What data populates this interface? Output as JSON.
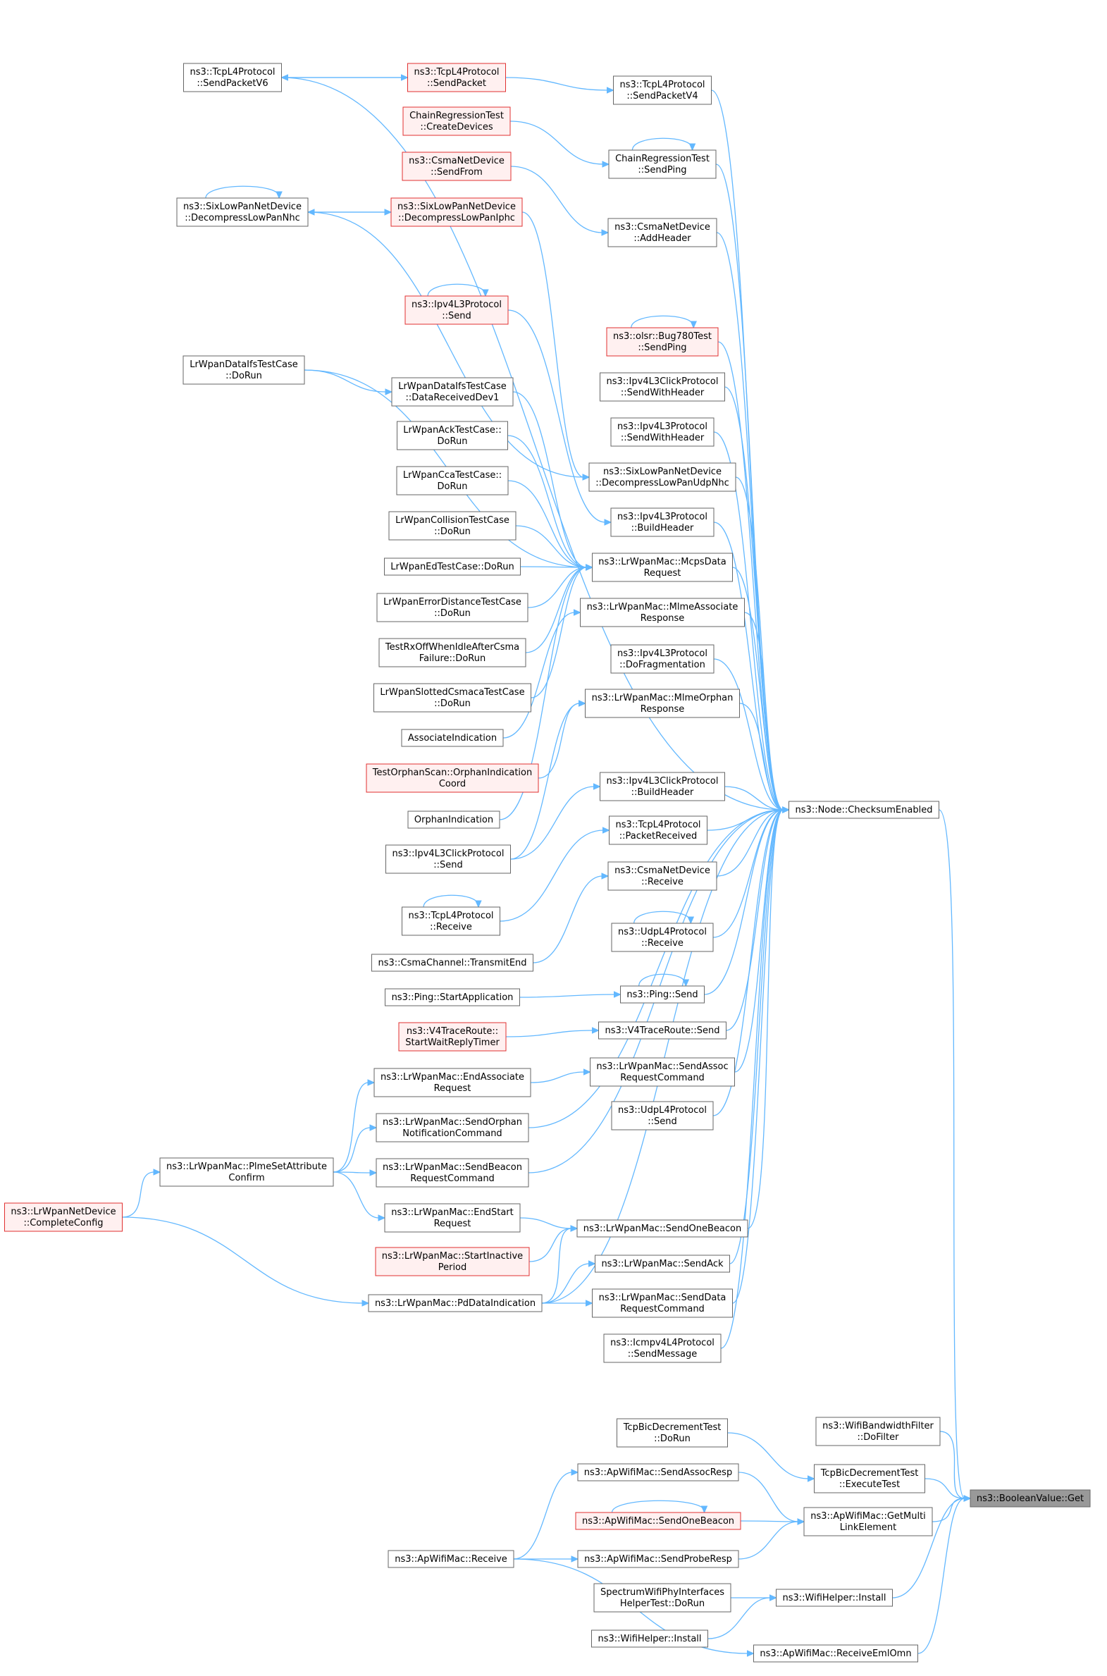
{
  "colors": {
    "edge": "#63b8ff",
    "node_border": "#666666",
    "node_fill": "#ffffff",
    "truncated_border": "#e03030",
    "truncated_fill": "#fff0f0",
    "highlight_fill": "#999999"
  },
  "nodes": [
    {
      "id": "n_get",
      "lines": [
        "ns3::BooleanValue::Get"
      ],
      "style": "hl"
    },
    {
      "id": "n_cse",
      "lines": [
        "ns3::Node::ChecksumEnabled"
      ],
      "style": "normal"
    },
    {
      "id": "n_bwf",
      "lines": [
        "ns3::WifiBandwidthFilter",
        "::DoFilter"
      ],
      "style": "normal"
    },
    {
      "id": "n_tbex",
      "lines": [
        "TcpBicDecrementTest",
        "::ExecuteTest"
      ],
      "style": "normal"
    },
    {
      "id": "n_tbdo",
      "lines": [
        "TcpBicDecrementTest",
        "::DoRun"
      ],
      "style": "normal"
    },
    {
      "id": "n_gml",
      "lines": [
        "ns3::ApWifiMac::GetMulti",
        "LinkElement"
      ],
      "style": "normal"
    },
    {
      "id": "n_sar",
      "lines": [
        "ns3::ApWifiMac::SendAssocResp"
      ],
      "style": "normal"
    },
    {
      "id": "n_apsob",
      "lines": [
        "ns3::ApWifiMac::SendOneBeacon"
      ],
      "style": "red"
    },
    {
      "id": "n_spr",
      "lines": [
        "ns3::ApWifiMac::SendProbeResp"
      ],
      "style": "normal"
    },
    {
      "id": "n_aprec",
      "lines": [
        "ns3::ApWifiMac::Receive"
      ],
      "style": "normal"
    },
    {
      "id": "n_whi1",
      "lines": [
        "ns3::WifiHelper::Install"
      ],
      "style": "normal"
    },
    {
      "id": "n_spec",
      "lines": [
        "SpectrumWifiPhyInterfaces",
        "HelperTest::DoRun"
      ],
      "style": "normal"
    },
    {
      "id": "n_whi2",
      "lines": [
        "ns3::WifiHelper::Install"
      ],
      "style": "normal"
    },
    {
      "id": "n_reo",
      "lines": [
        "ns3::ApWifiMac::ReceiveEmlOmn"
      ],
      "style": "normal"
    },
    {
      "id": "n_tcpv6",
      "lines": [
        "ns3::TcpL4Protocol",
        "::SendPacketV6"
      ],
      "style": "normal"
    },
    {
      "id": "n_tcpsp",
      "lines": [
        "ns3::TcpL4Protocol",
        "::SendPacket"
      ],
      "style": "red"
    },
    {
      "id": "n_tcpv4",
      "lines": [
        "ns3::TcpL4Protocol",
        "::SendPacketV4"
      ],
      "style": "normal"
    },
    {
      "id": "n_crcd",
      "lines": [
        "ChainRegressionTest",
        "::CreateDevices"
      ],
      "style": "red"
    },
    {
      "id": "n_crsp",
      "lines": [
        "ChainRegressionTest",
        "::SendPing"
      ],
      "style": "normal"
    },
    {
      "id": "n_csf",
      "lines": [
        "ns3::CsmaNetDevice",
        "::SendFrom"
      ],
      "style": "red"
    },
    {
      "id": "n_csah",
      "lines": [
        "ns3::CsmaNetDevice",
        "::AddHeader"
      ],
      "style": "normal"
    },
    {
      "id": "n_slnhc",
      "lines": [
        "ns3::SixLowPanNetDevice",
        "::DecompressLowPanNhc"
      ],
      "style": "normal"
    },
    {
      "id": "n_sliphc",
      "lines": [
        "ns3::SixLowPanNetDevice",
        "::DecompressLowPanIphc"
      ],
      "style": "red"
    },
    {
      "id": "n_ipv4s",
      "lines": [
        "ns3::Ipv4L3Protocol",
        "::Send"
      ],
      "style": "red"
    },
    {
      "id": "n_olsr",
      "lines": [
        "ns3::olsr::Bug780Test",
        "::SendPing"
      ],
      "style": "red"
    },
    {
      "id": "n_ckswh",
      "lines": [
        "ns3::Ipv4L3ClickProtocol",
        "::SendWithHeader"
      ],
      "style": "normal"
    },
    {
      "id": "n_ipswh",
      "lines": [
        "ns3::Ipv4L3Protocol",
        "::SendWithHeader"
      ],
      "style": "normal"
    },
    {
      "id": "n_lwdtr",
      "lines": [
        "LrWpanDataIfsTestCase",
        "::DoRun"
      ],
      "style": "normal"
    },
    {
      "id": "n_lwdrd",
      "lines": [
        "LrWpanDataIfsTestCase",
        "::DataReceivedDev1"
      ],
      "style": "normal"
    },
    {
      "id": "n_lwack",
      "lines": [
        "LrWpanAckTestCase::",
        "DoRun"
      ],
      "style": "normal"
    },
    {
      "id": "n_slupd",
      "lines": [
        "ns3::SixLowPanNetDevice",
        "::DecompressLowPanUdpNhc"
      ],
      "style": "normal"
    },
    {
      "id": "n_lwcca",
      "lines": [
        "LrWpanCcaTestCase::",
        "DoRun"
      ],
      "style": "normal"
    },
    {
      "id": "n_ipbh",
      "lines": [
        "ns3::Ipv4L3Protocol",
        "::BuildHeader"
      ],
      "style": "normal"
    },
    {
      "id": "n_lwcol",
      "lines": [
        "LrWpanCollisionTestCase",
        "::DoRun"
      ],
      "style": "normal"
    },
    {
      "id": "n_mcps",
      "lines": [
        "ns3::LrWpanMac::McpsData",
        "Request"
      ],
      "style": "normal"
    },
    {
      "id": "n_lwed",
      "lines": [
        "LrWpanEdTestCase::DoRun"
      ],
      "style": "normal"
    },
    {
      "id": "n_lwerr",
      "lines": [
        "LrWpanErrorDistanceTestCase",
        "::DoRun"
      ],
      "style": "normal"
    },
    {
      "id": "n_mlmeassoc",
      "lines": [
        "ns3::LrWpanMac::MlmeAssociate",
        "Response"
      ],
      "style": "normal"
    },
    {
      "id": "n_trx",
      "lines": [
        "TestRxOffWhenIdleAfterCsma",
        "Failure::DoRun"
      ],
      "style": "normal"
    },
    {
      "id": "n_ipfrag",
      "lines": [
        "ns3::Ipv4L3Protocol",
        "::DoFragmentation"
      ],
      "style": "normal"
    },
    {
      "id": "n_lwslot",
      "lines": [
        "LrWpanSlottedCsmacaTestCase",
        "::DoRun"
      ],
      "style": "normal"
    },
    {
      "id": "n_mlmeorph",
      "lines": [
        "ns3::LrWpanMac::MlmeOrphan",
        "Response"
      ],
      "style": "normal"
    },
    {
      "id": "n_assocind",
      "lines": [
        "AssociateIndication"
      ],
      "style": "normal"
    },
    {
      "id": "n_toso",
      "lines": [
        "TestOrphanScan::OrphanIndication",
        "Coord"
      ],
      "style": "red"
    },
    {
      "id": "n_ckbh",
      "lines": [
        "ns3::Ipv4L3ClickProtocol",
        "::BuildHeader"
      ],
      "style": "normal"
    },
    {
      "id": "n_orphind",
      "lines": [
        "OrphanIndication"
      ],
      "style": "normal"
    },
    {
      "id": "n_tcppr",
      "lines": [
        "ns3::TcpL4Protocol",
        "::PacketReceived"
      ],
      "style": "normal"
    },
    {
      "id": "n_cksend",
      "lines": [
        "ns3::Ipv4L3ClickProtocol",
        "::Send"
      ],
      "style": "normal"
    },
    {
      "id": "n_csrecv",
      "lines": [
        "ns3::CsmaNetDevice",
        "::Receive"
      ],
      "style": "normal"
    },
    {
      "id": "n_tcprecv",
      "lines": [
        "ns3::TcpL4Protocol",
        "::Receive"
      ],
      "style": "normal"
    },
    {
      "id": "n_udprecv",
      "lines": [
        "ns3::UdpL4Protocol",
        "::Receive"
      ],
      "style": "normal"
    },
    {
      "id": "n_cct",
      "lines": [
        "ns3::CsmaChannel::TransmitEnd"
      ],
      "style": "normal"
    },
    {
      "id": "n_pingsa",
      "lines": [
        "ns3::Ping::StartApplication"
      ],
      "style": "normal"
    },
    {
      "id": "n_pings",
      "lines": [
        "ns3::Ping::Send"
      ],
      "style": "normal"
    },
    {
      "id": "n_v4swr",
      "lines": [
        "ns3::V4TraceRoute::",
        "StartWaitReplyTimer"
      ],
      "style": "red"
    },
    {
      "id": "n_v4s",
      "lines": [
        "ns3::V4TraceRoute::Send"
      ],
      "style": "normal"
    },
    {
      "id": "n_easreq",
      "lines": [
        "ns3::LrWpanMac::EndAssociate",
        "Request"
      ],
      "style": "normal"
    },
    {
      "id": "n_sarc",
      "lines": [
        "ns3::LrWpanMac::SendAssoc",
        "RequestCommand"
      ],
      "style": "normal"
    },
    {
      "id": "n_udps",
      "lines": [
        "ns3::UdpL4Protocol",
        "::Send"
      ],
      "style": "normal"
    },
    {
      "id": "n_sonc",
      "lines": [
        "ns3::LrWpanMac::SendOrphan",
        "NotificationCommand"
      ],
      "style": "normal"
    },
    {
      "id": "n_psac",
      "lines": [
        "ns3::LrWpanMac::PlmeSetAttribute",
        "Confirm"
      ],
      "style": "normal"
    },
    {
      "id": "n_sbrc",
      "lines": [
        "ns3::LrWpanMac::SendBeacon",
        "RequestCommand"
      ],
      "style": "normal"
    },
    {
      "id": "n_lwcc",
      "lines": [
        "ns3::LrWpanNetDevice",
        "::CompleteConfig"
      ],
      "style": "red"
    },
    {
      "id": "n_esr",
      "lines": [
        "ns3::LrWpanMac::EndStart",
        "Request"
      ],
      "style": "normal"
    },
    {
      "id": "n_lwsob",
      "lines": [
        "ns3::LrWpanMac::SendOneBeacon"
      ],
      "style": "normal"
    },
    {
      "id": "n_sip",
      "lines": [
        "ns3::LrWpanMac::StartInactive",
        "Period"
      ],
      "style": "red"
    },
    {
      "id": "n_sack",
      "lines": [
        "ns3::LrWpanMac::SendAck"
      ],
      "style": "normal"
    },
    {
      "id": "n_pdi",
      "lines": [
        "ns3::LrWpanMac::PdDataIndication"
      ],
      "style": "normal"
    },
    {
      "id": "n_sdrc",
      "lines": [
        "ns3::LrWpanMac::SendData",
        "RequestCommand"
      ],
      "style": "normal"
    },
    {
      "id": "n_icmp",
      "lines": [
        "ns3::Icmpv4L4Protocol",
        "::SendMessage"
      ],
      "style": "normal"
    }
  ],
  "edges": [
    [
      "n_tcpv6",
      "n_cse"
    ],
    [
      "n_tcpsp",
      "n_tcpv6"
    ],
    [
      "n_tcpv6",
      "n_tcpsp"
    ],
    [
      "n_tcpsp",
      "n_tcpv4"
    ],
    [
      "n_tcpv4",
      "n_cse"
    ],
    [
      "n_crcd",
      "n_crsp"
    ],
    [
      "n_crsp",
      "n_crsp"
    ],
    [
      "n_crsp",
      "n_cse"
    ],
    [
      "n_csf",
      "n_csah"
    ],
    [
      "n_csah",
      "n_cse"
    ],
    [
      "n_slnhc",
      "n_slnhc"
    ],
    [
      "n_sliphc",
      "n_slnhc"
    ],
    [
      "n_slnhc",
      "n_sliphc"
    ],
    [
      "n_slnhc",
      "n_slupd"
    ],
    [
      "n_sliphc",
      "n_slupd"
    ],
    [
      "n_slupd",
      "n_cse"
    ],
    [
      "n_ipv4s",
      "n_ipv4s"
    ],
    [
      "n_ipv4s",
      "n_ipbh"
    ],
    [
      "n_ipbh",
      "n_cse"
    ],
    [
      "n_olsr",
      "n_olsr"
    ],
    [
      "n_olsr",
      "n_cse"
    ],
    [
      "n_ckswh",
      "n_cse"
    ],
    [
      "n_ipswh",
      "n_cse"
    ],
    [
      "n_lwdtr",
      "n_lwdrd"
    ],
    [
      "n_lwdtr",
      "n_mcps"
    ],
    [
      "n_lwdrd",
      "n_mcps"
    ],
    [
      "n_lwack",
      "n_mcps"
    ],
    [
      "n_lwcca",
      "n_mcps"
    ],
    [
      "n_lwcol",
      "n_mcps"
    ],
    [
      "n_lwed",
      "n_mcps"
    ],
    [
      "n_lwerr",
      "n_mcps"
    ],
    [
      "n_trx",
      "n_mcps"
    ],
    [
      "n_lwslot",
      "n_mcps"
    ],
    [
      "n_orphind",
      "n_mcps"
    ],
    [
      "n_mcps",
      "n_cse"
    ],
    [
      "n_assocind",
      "n_mlmeassoc"
    ],
    [
      "n_mlmeassoc",
      "n_cse"
    ],
    [
      "n_ipfrag",
      "n_cse"
    ],
    [
      "n_toso",
      "n_mlmeorph"
    ],
    [
      "n_cksend",
      "n_mlmeorph"
    ],
    [
      "n_mlmeorph",
      "n_cse"
    ],
    [
      "n_cksend",
      "n_ckbh"
    ],
    [
      "n_ckbh",
      "n_cse"
    ],
    [
      "n_tcprecv",
      "n_tcppr"
    ],
    [
      "n_tcppr",
      "n_cse"
    ],
    [
      "n_cct",
      "n_csrecv"
    ],
    [
      "n_csrecv",
      "n_cse"
    ],
    [
      "n_tcprecv",
      "n_tcprecv"
    ],
    [
      "n_udprecv",
      "n_udprecv"
    ],
    [
      "n_udprecv",
      "n_cse"
    ],
    [
      "n_pings",
      "n_pings"
    ],
    [
      "n_pingsa",
      "n_pings"
    ],
    [
      "n_pings",
      "n_cse"
    ],
    [
      "n_v4swr",
      "n_v4s"
    ],
    [
      "n_v4s",
      "n_cse"
    ],
    [
      "n_easreq",
      "n_sarc"
    ],
    [
      "n_sarc",
      "n_cse"
    ],
    [
      "n_psac",
      "n_easreq"
    ],
    [
      "n_udps",
      "n_cse"
    ],
    [
      "n_psac",
      "n_sonc"
    ],
    [
      "n_sonc",
      "n_cse"
    ],
    [
      "n_psac",
      "n_sbrc"
    ],
    [
      "n_sbrc",
      "n_cse"
    ],
    [
      "n_lwcc",
      "n_psac"
    ],
    [
      "n_psac",
      "n_esr"
    ],
    [
      "n_esr",
      "n_lwsob"
    ],
    [
      "n_sip",
      "n_lwsob"
    ],
    [
      "n_pdi",
      "n_lwsob"
    ],
    [
      "n_lwsob",
      "n_cse"
    ],
    [
      "n_pdi",
      "n_sack"
    ],
    [
      "n_sack",
      "n_cse"
    ],
    [
      "n_lwcc",
      "n_pdi"
    ],
    [
      "n_pdi",
      "n_sdrc"
    ],
    [
      "n_sdrc",
      "n_cse"
    ],
    [
      "n_pdi",
      "n_cse"
    ],
    [
      "n_icmp",
      "n_cse"
    ],
    [
      "n_cse",
      "n_get"
    ],
    [
      "n_bwf",
      "n_get"
    ],
    [
      "n_tbdo",
      "n_tbex"
    ],
    [
      "n_tbex",
      "n_get"
    ],
    [
      "n_aprec",
      "n_sar"
    ],
    [
      "n_sar",
      "n_gml"
    ],
    [
      "n_apsob",
      "n_apsob"
    ],
    [
      "n_apsob",
      "n_gml"
    ],
    [
      "n_aprec",
      "n_spr"
    ],
    [
      "n_spr",
      "n_gml"
    ],
    [
      "n_gml",
      "n_get"
    ],
    [
      "n_spec",
      "n_whi1"
    ],
    [
      "n_whi2",
      "n_whi1"
    ],
    [
      "n_whi1",
      "n_get"
    ],
    [
      "n_aprec",
      "n_reo"
    ],
    [
      "n_reo",
      "n_get"
    ]
  ]
}
